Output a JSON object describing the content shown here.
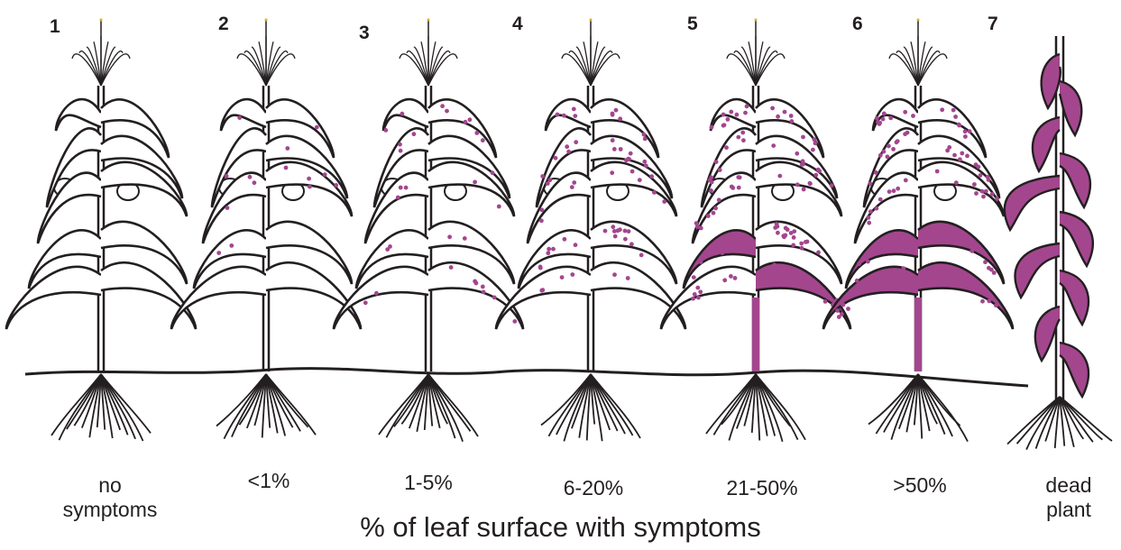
{
  "stages": [
    {
      "number": "1",
      "label": "no symptoms",
      "severity": 0
    },
    {
      "number": "2",
      "label": "<1%",
      "severity": 0.005
    },
    {
      "number": "3",
      "label": "1-5%",
      "severity": 0.03
    },
    {
      "number": "4",
      "label": "6-20%",
      "severity": 0.13
    },
    {
      "number": "5",
      "label": "21-50%",
      "severity": 0.35
    },
    {
      "number": "6",
      "label": ">50%",
      "severity": 0.75
    },
    {
      "number": "7",
      "label": "dead plant",
      "severity": 1.0
    }
  ],
  "axis_caption": "% of leaf surface with symptoms",
  "colors": {
    "outline": "#231f20",
    "lesion": "#a3468e",
    "tassel_tip": "#e0b020"
  }
}
